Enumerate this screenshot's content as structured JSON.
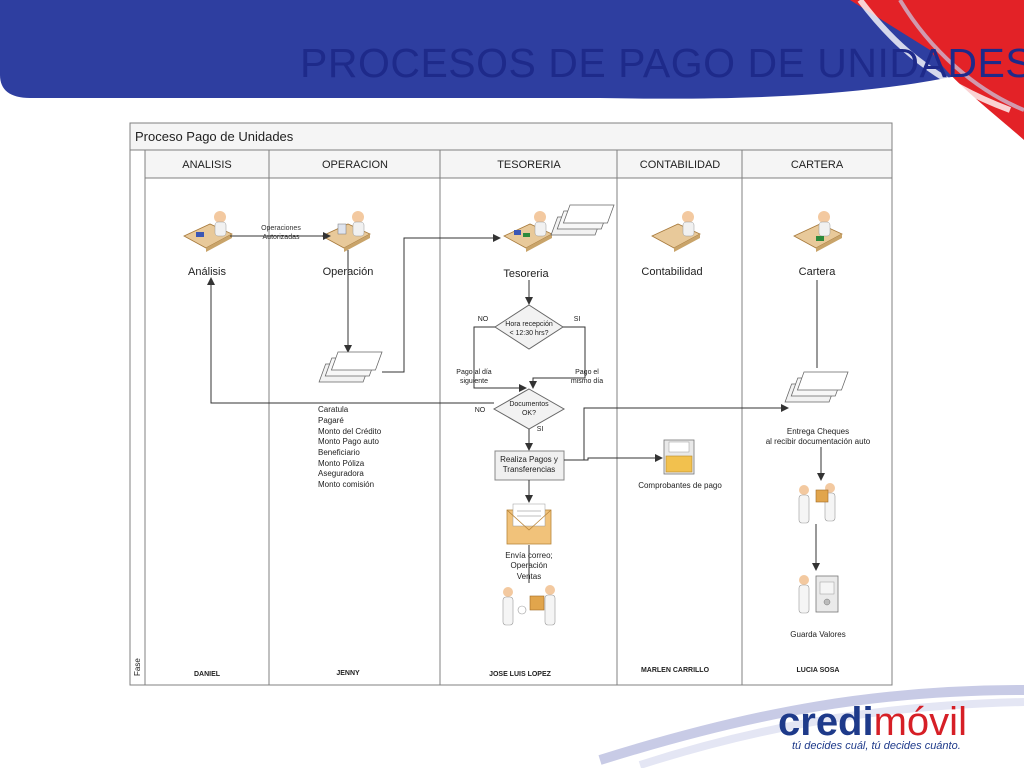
{
  "slide": {
    "title": "PROCESOS DE PAGO DE UNIDADES",
    "colors": {
      "title": "#1e2a8a",
      "band_blue": "#2e3ea0",
      "band_red": "#e32227",
      "frame": "#808080"
    }
  },
  "diagram": {
    "title": "Proceso Pago de Unidades",
    "phase_label": "Fase",
    "lanes": [
      {
        "header": "ANALISIS",
        "person": "DANIEL",
        "actor": "Análisis"
      },
      {
        "header": "OPERACION",
        "person": "JENNY",
        "actor": "Operación"
      },
      {
        "header": "TESORERIA",
        "person": "JOSE LUIS LOPEZ",
        "actor": "Tesoreria"
      },
      {
        "header": "CONTABILIDAD",
        "person": "MARLEN CARRILLO",
        "actor": "Contabilidad"
      },
      {
        "header": "CARTERA",
        "person": "LUCIA SOSA",
        "actor": "Cartera"
      }
    ],
    "edge_label_operaciones": [
      "Operaciones",
      "Autorizadas"
    ],
    "decision_hora": {
      "lines": [
        "Hora recepción",
        "< 12:30 hrs?"
      ],
      "no": "NO",
      "si": "SI"
    },
    "pago_siguiente": [
      "Pago al día",
      "siguiente"
    ],
    "pago_mismo": [
      "Pago el",
      "mismo día"
    ],
    "decision_docs": {
      "lines": [
        "Documentos",
        "OK?"
      ],
      "no": "NO",
      "si": "SI"
    },
    "documents_list": [
      "Caratula",
      "Pagaré",
      "Monto del Crédito",
      "Monto Pago auto",
      "Beneficiario",
      "Monto Póliza",
      "Aseguradora",
      "Monto comisión"
    ],
    "process_pagos": [
      "Realiza Pagos y",
      "Transferencias"
    ],
    "comprobantes": "Comprobantes de pago",
    "envia_correo": [
      "Envía correo;",
      "Operación",
      "Ventas"
    ],
    "entrega_cheques": [
      "Entrega Cheques",
      "al recibir documentación auto"
    ],
    "guarda_valores": "Guarda Valores"
  },
  "logo": {
    "part1": "credi",
    "part2": "móvil",
    "tagline": "tú decides cuál, tú decides cuánto."
  }
}
